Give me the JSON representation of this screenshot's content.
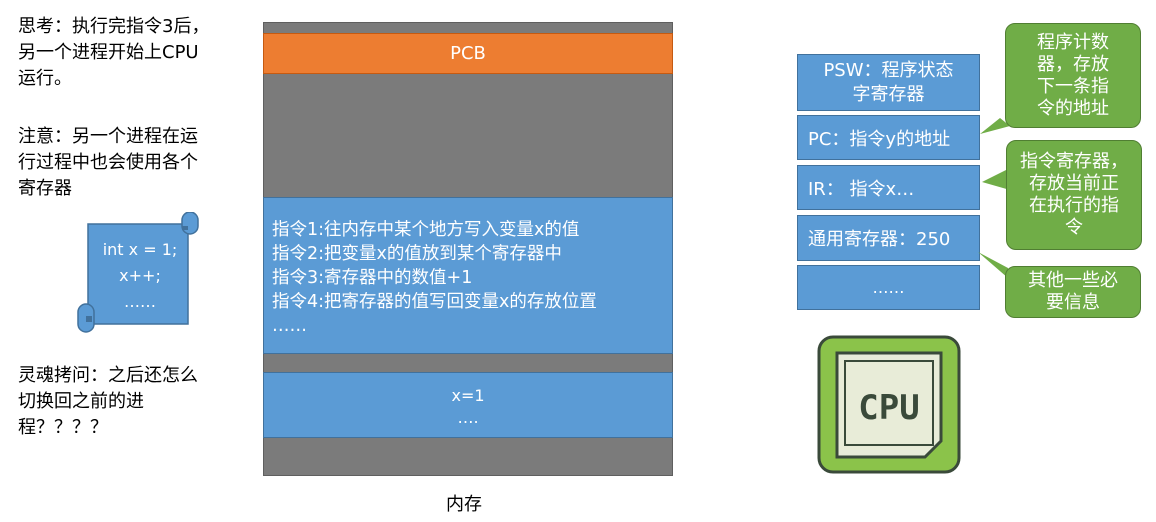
{
  "notes": {
    "think": [
      "思考：执行完指令3后，",
      "另一个进程开始上CPU",
      "运行。"
    ],
    "attention": [
      "注意：另一个进程在运",
      "行过程中也会使用各个",
      "寄存器"
    ],
    "question": [
      "灵魂拷问：之后还怎么",
      "切换回之前的进",
      "程？？？？"
    ]
  },
  "code_scroll": [
    "int x = 1;",
    "x++;",
    "……"
  ],
  "memory": {
    "pcb": "PCB",
    "instructions": [
      "指令1:往内存中某个地方写入变量x的值",
      "指令2:把变量x的值放到某个寄存器中",
      "指令3:寄存器中的数值+1",
      "指令4:把寄存器的值写回变量x的存放位置",
      "……"
    ],
    "data": [
      "x=1",
      "…."
    ],
    "label": "内存"
  },
  "registers": {
    "psw": [
      "PSW：程序状态",
      "字寄存器"
    ],
    "pc": "PC：指令y的地址",
    "ir": "IR：  指令x…",
    "general": "通用寄存器：250",
    "other": "……"
  },
  "callouts": {
    "pc": [
      "程序计数",
      "器，存放",
      "下一条指",
      "令的地址"
    ],
    "ir": [
      "指令寄存器，",
      "存放当前正",
      "在执行的指",
      "令"
    ],
    "other": [
      "其他一些必",
      "要信息"
    ]
  },
  "cpu_icon": {
    "label": "CPU",
    "colors": {
      "frame": "#8bc34a",
      "border": "#3a4a3a",
      "chip": "#e8ecd8"
    }
  },
  "colors": {
    "orange": "#ed7d31",
    "blue": "#5b9bd5",
    "green": "#70ad47",
    "gray": "#7b7b7b"
  }
}
